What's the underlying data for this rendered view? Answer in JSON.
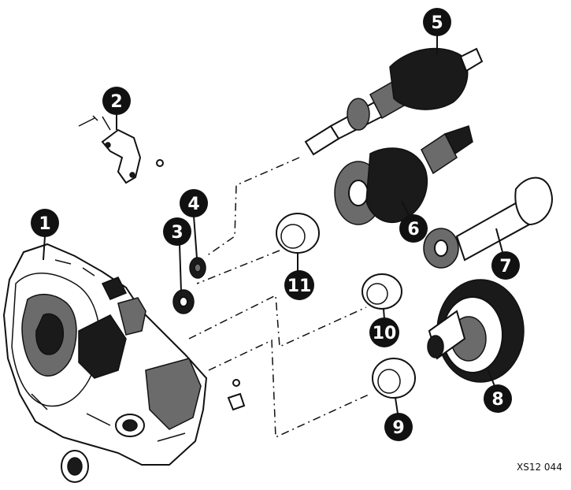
{
  "diagram": {
    "reference": "XS12 044",
    "colors": {
      "ink": "#111111",
      "paper": "#ffffff",
      "callout_fill": "#111111",
      "callout_text": "#ffffff"
    },
    "callouts": [
      {
        "id": "c1",
        "label": "1"
      },
      {
        "id": "c2",
        "label": "2"
      },
      {
        "id": "c3",
        "label": "3"
      },
      {
        "id": "c4",
        "label": "4"
      },
      {
        "id": "c5",
        "label": "5"
      },
      {
        "id": "c6",
        "label": "6"
      },
      {
        "id": "c7",
        "label": "7"
      },
      {
        "id": "c8",
        "label": "8"
      },
      {
        "id": "c9",
        "label": "9"
      },
      {
        "id": "c10",
        "label": "10"
      },
      {
        "id": "c11",
        "label": "11"
      }
    ]
  }
}
